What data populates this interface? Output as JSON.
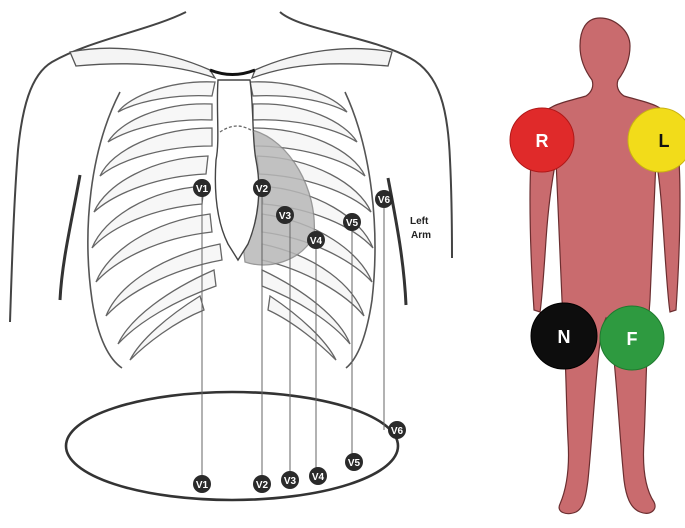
{
  "chest_diagram": {
    "side_label_line1": "Left",
    "side_label_line2": "Arm",
    "chest_leads": [
      "V1",
      "V2",
      "V3",
      "V4",
      "V5",
      "V6"
    ],
    "ring_leads": [
      "V1",
      "V2",
      "V3",
      "V4",
      "V5",
      "V6"
    ]
  },
  "body_diagram": {
    "body_color": "#c96b6e",
    "limb_electrodes": [
      {
        "label": "R",
        "color": "#e02a2a",
        "text_color": "#ffffff"
      },
      {
        "label": "L",
        "color": "#f2dc1a",
        "text_color": "#111111"
      },
      {
        "label": "N",
        "color": "#0d0d0d",
        "text_color": "#ffffff"
      },
      {
        "label": "F",
        "color": "#2e9a40",
        "text_color": "#ffffff"
      }
    ]
  }
}
